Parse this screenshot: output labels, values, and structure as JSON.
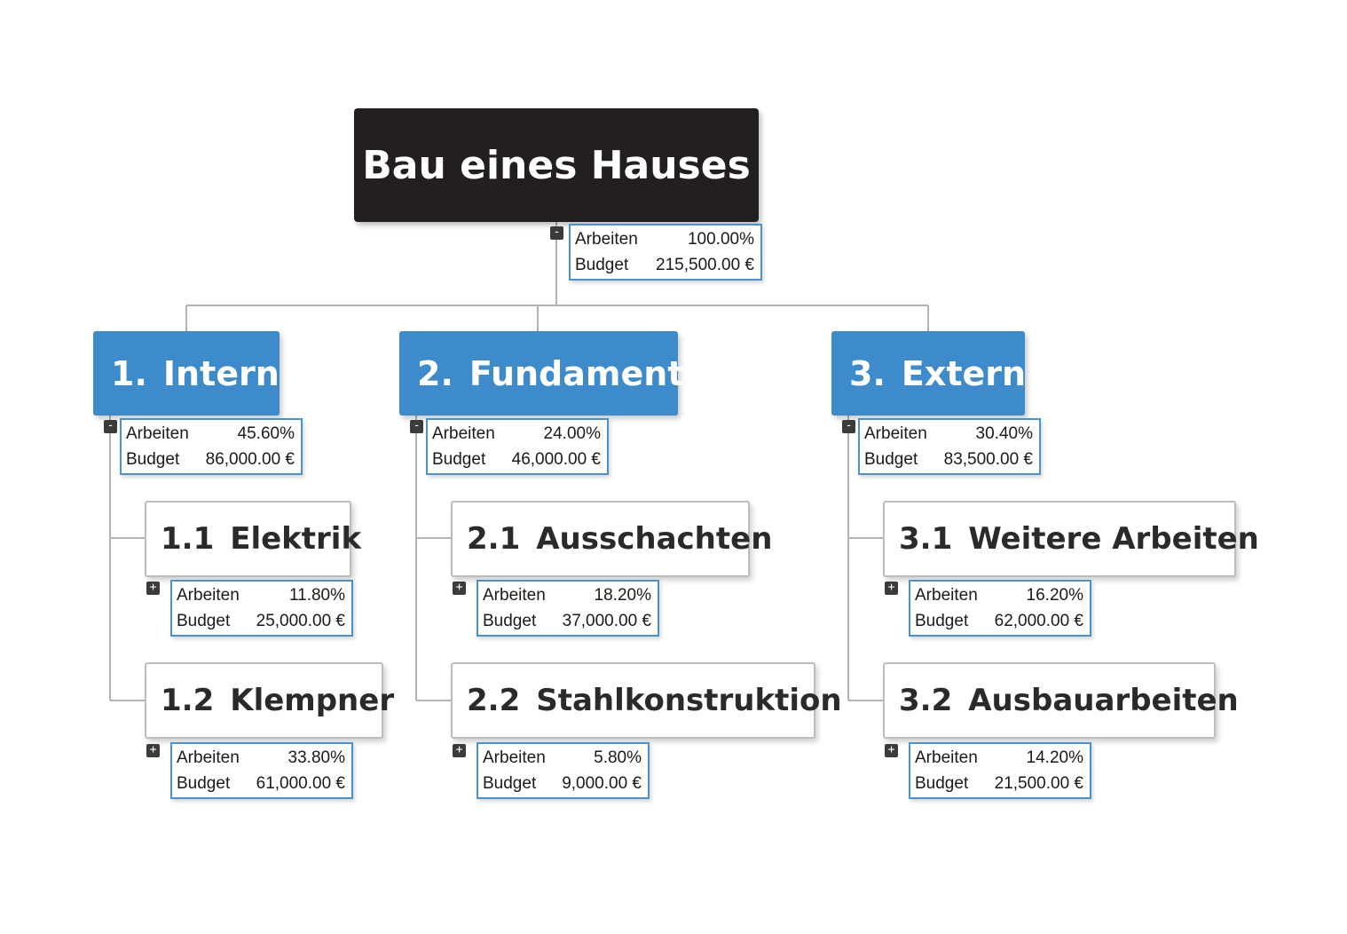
{
  "labels": {
    "work": "Arbeiten",
    "budget": "Budget"
  },
  "root": {
    "title": "Bau eines Hauses",
    "work": "100.00%",
    "budget": "215,500.00 €",
    "toggle": "-"
  },
  "branches": [
    {
      "number": "1.",
      "title": "Intern",
      "work": "45.60%",
      "budget": "86,000.00 €",
      "toggle": "-",
      "children": [
        {
          "number": "1.1",
          "title": "Elektrik",
          "work": "11.80%",
          "budget": "25,000.00 €",
          "toggle": "+"
        },
        {
          "number": "1.2",
          "title": "Klempner",
          "work": "33.80%",
          "budget": "61,000.00 €",
          "toggle": "+"
        }
      ]
    },
    {
      "number": "2.",
      "title": "Fundament",
      "work": "24.00%",
      "budget": "46,000.00 €",
      "toggle": "-",
      "children": [
        {
          "number": "2.1",
          "title": "Ausschachten",
          "work": "18.20%",
          "budget": "37,000.00 €",
          "toggle": "+"
        },
        {
          "number": "2.2",
          "title": "Stahlkonstruktion",
          "work": "5.80%",
          "budget": "9,000.00 €",
          "toggle": "+"
        }
      ]
    },
    {
      "number": "3.",
      "title": "Extern",
      "work": "30.40%",
      "budget": "83,500.00 €",
      "toggle": "-",
      "children": [
        {
          "number": "3.1",
          "title": "Weitere Arbeiten",
          "work": "16.20%",
          "budget": "62,000.00 €",
          "toggle": "+"
        },
        {
          "number": "3.2",
          "title": "Ausbauarbeiten",
          "work": "14.20%",
          "budget": "21,500.00 €",
          "toggle": "+"
        }
      ]
    }
  ],
  "colors": {
    "root": "#231f20",
    "branch": "#3d8bcb",
    "infoBorder": "#4a92cf",
    "connector": "#b3b3b3"
  }
}
